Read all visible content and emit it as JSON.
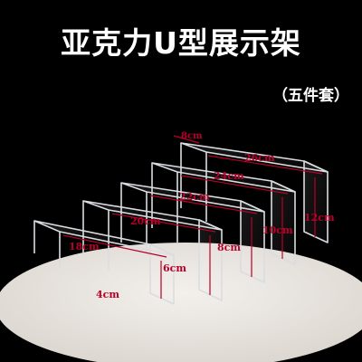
{
  "title": "亚克力U型展示架",
  "subtitle": "（五件套）",
  "colors": {
    "background": "#000000",
    "turntable": "#e9e5e1",
    "acrylic_edge": "#d9dde2",
    "dimension": "#b8002a"
  },
  "dimensions": {
    "stand1_length": "18cm",
    "stand1_height": "4cm",
    "stand2_length": "20cm",
    "stand2_height": "6cm",
    "stand3_length": "22cm",
    "stand3_height": "8cm",
    "stand4_length": "24cm",
    "stand4_height": "10cm",
    "stand5_length": "26cm",
    "stand5_height": "12cm",
    "depth": "8cm"
  }
}
